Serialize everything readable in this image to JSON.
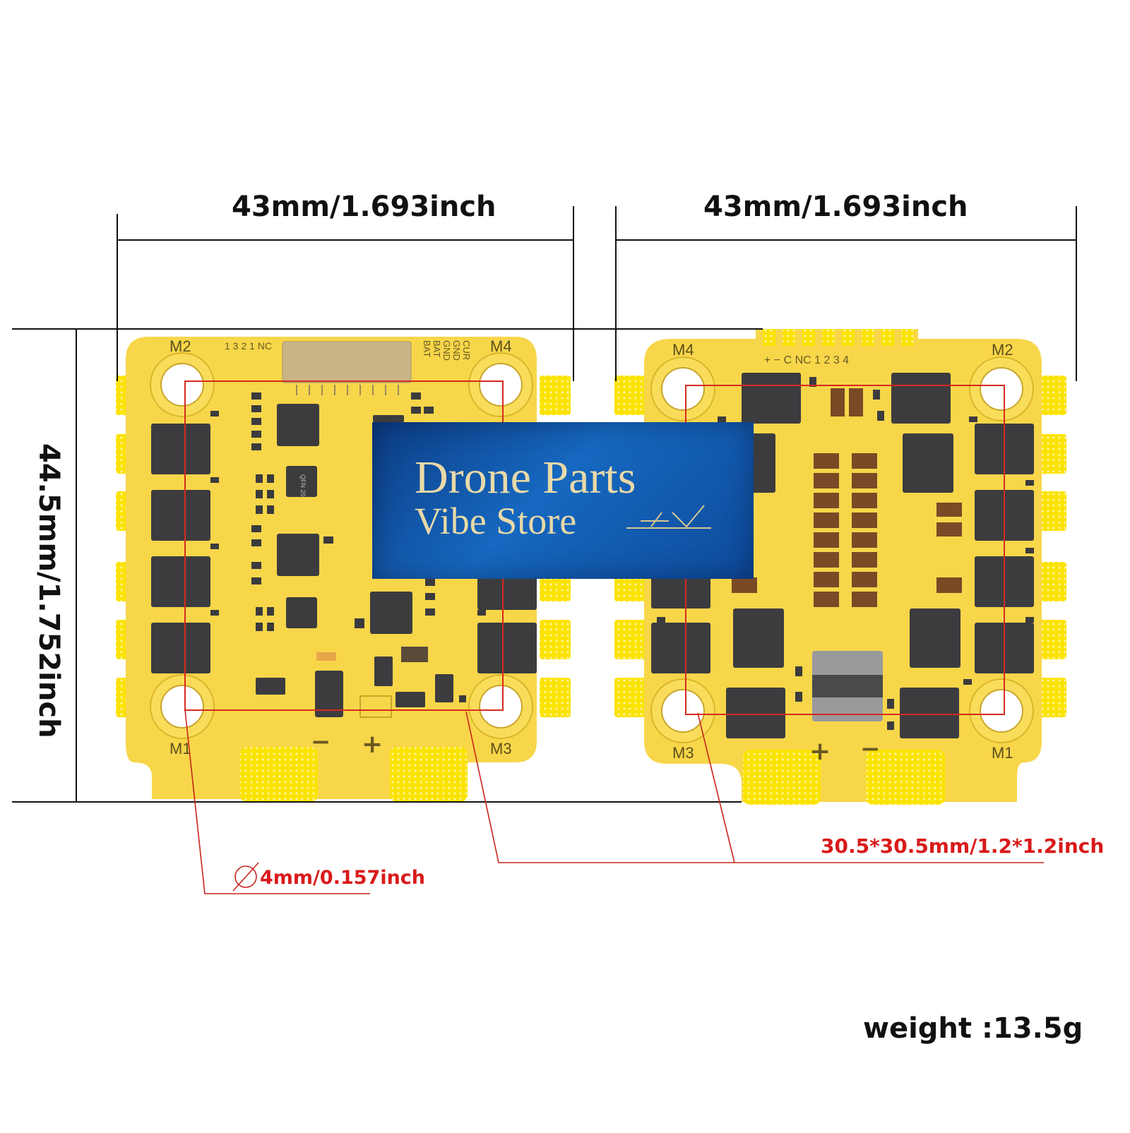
{
  "dimensions": {
    "front_width": "43mm/1.693inch",
    "back_width": "43mm/1.693inch",
    "height": "44.5mm/1.752inch",
    "hole_diameter": "4mm/0.157inch",
    "mount_pattern": "30.5*30.5mm/1.2*1.2inch"
  },
  "weight": "weight :13.5g",
  "front_board": {
    "corner_labels": [
      "M2",
      "M4",
      "M1",
      "M3"
    ],
    "connector_pins_left": "1 3 2 1 NC",
    "connector_pins_right": [
      "BAT",
      "BAT",
      "GND",
      "GND",
      "CUR"
    ],
    "power_labels": [
      "−",
      "+"
    ],
    "chip_text": "QFN 20"
  },
  "back_board": {
    "corner_labels": [
      "M4",
      "M2",
      "M3",
      "M1"
    ],
    "pad_labels": "+ − C NC 1 2 3 4",
    "power_labels": [
      "+",
      "−"
    ]
  },
  "watermark": {
    "line1": "Drone Parts",
    "line2": "Vibe Store"
  },
  "colors": {
    "board": "#f7d64a",
    "pad": "#fbe000",
    "component": "#3c3c3e",
    "outline": "#d62a20",
    "watermark_bg": "#1560b8",
    "watermark_text": "#e8d9a8"
  }
}
